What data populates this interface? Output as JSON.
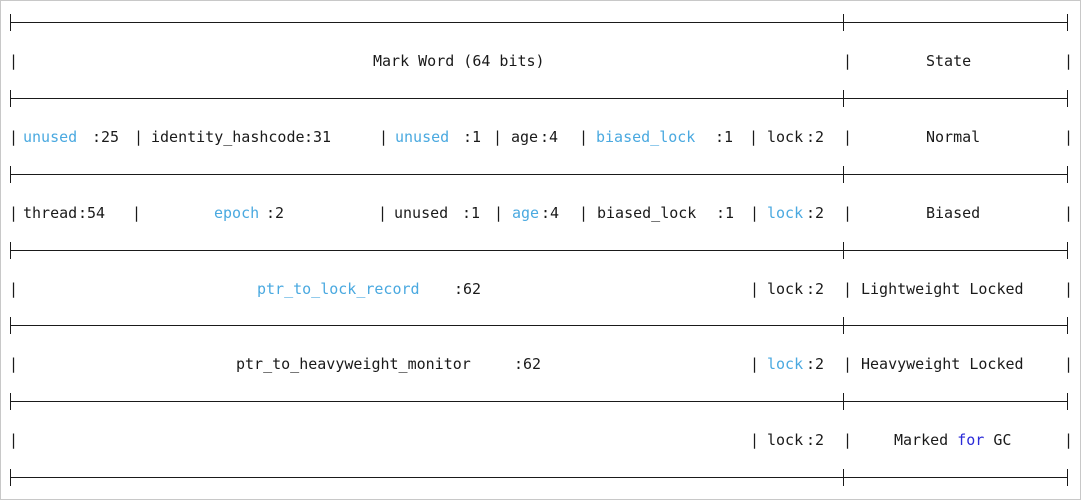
{
  "header": {
    "mark_word": "Mark Word (64 bits)",
    "state": "State"
  },
  "rows": [
    {
      "state": "Normal",
      "cells": [
        {
          "name": "unused",
          "size": ":25",
          "highlight": true
        },
        {
          "name": "identity_hashcode",
          "size": ":31",
          "highlight": false
        },
        {
          "name": "unused",
          "size": ":1",
          "highlight": true
        },
        {
          "name": "age",
          "size": ":4",
          "highlight": false
        },
        {
          "name": "biased_lock",
          "size": ":1",
          "highlight": true
        },
        {
          "name": "lock",
          "size": ":2",
          "highlight": false
        }
      ]
    },
    {
      "state": "Biased",
      "cells": [
        {
          "name": "thread",
          "size": ":54",
          "highlight": false
        },
        {
          "name": "epoch",
          "size": ":2",
          "highlight": true
        },
        {
          "name": "unused",
          "size": ":1",
          "highlight": false
        },
        {
          "name": "age",
          "size": ":4",
          "highlight": true
        },
        {
          "name": "biased_lock",
          "size": ":1",
          "highlight": false
        },
        {
          "name": "lock",
          "size": ":2",
          "highlight": true
        }
      ]
    },
    {
      "state": "Lightweight Locked",
      "cells": [
        {
          "name": "ptr_to_lock_record",
          "size": ":62",
          "highlight": true
        },
        {
          "name": "lock",
          "size": ":2",
          "highlight": false
        }
      ]
    },
    {
      "state": "Heavyweight Locked",
      "cells": [
        {
          "name": "ptr_to_heavyweight_monitor",
          "size": ":62",
          "highlight": false
        },
        {
          "name": "lock",
          "size": ":2",
          "highlight": true
        }
      ]
    },
    {
      "state_prefix": "Marked ",
      "state_keyword": "for",
      "state_suffix": " GC",
      "cells": [
        {
          "name": "lock",
          "size": ":2",
          "highlight": false
        }
      ]
    }
  ],
  "colors": {
    "text": "#1a1a1a",
    "highlight": "#4aa9e0",
    "keyword": "#2a2ad8"
  }
}
